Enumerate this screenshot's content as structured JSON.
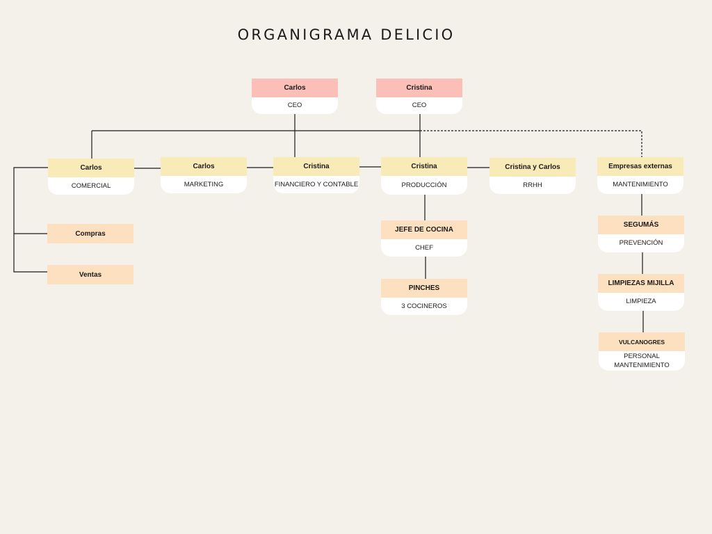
{
  "title": "ORGANIGRAMA DELICIO",
  "colors": {
    "background": "#f4f0ea",
    "ceo": "#fbbfb7",
    "department": "#f9ebb8",
    "subunit": "#fce0bf",
    "line": "#1a1a1a"
  },
  "ceos": [
    {
      "name": "Carlos",
      "role": "CEO"
    },
    {
      "name": "Cristina",
      "role": "CEO"
    }
  ],
  "departments": [
    {
      "name": "Carlos",
      "role": "COMERCIAL"
    },
    {
      "name": "Carlos",
      "role": "MARKETING"
    },
    {
      "name": "Cristina",
      "role": "FINANCIERO Y CONTABLE"
    },
    {
      "name": "Cristina",
      "role": "PRODUCCIÓN"
    },
    {
      "name": "Cristina y Carlos",
      "role": "RRHH"
    },
    {
      "name": "Empresas externas",
      "role": "MANTENIMIENTO"
    }
  ],
  "comercial_children": [
    "Compras",
    "Ventas"
  ],
  "produccion_children": [
    {
      "name": "JEFE DE COCINA",
      "role": "CHEF"
    },
    {
      "name": "PINCHES",
      "role": "3 COCINEROS"
    }
  ],
  "mantenimiento_children": [
    {
      "name": "SEGUMÁS",
      "role": "PREVENCIÓN"
    },
    {
      "name": "LIMPIEZAS MIJILLA",
      "role": "LIMPIEZA"
    },
    {
      "name": "VULCANOGRES",
      "role": "PERSONAL MANTENIMIENTO"
    }
  ]
}
